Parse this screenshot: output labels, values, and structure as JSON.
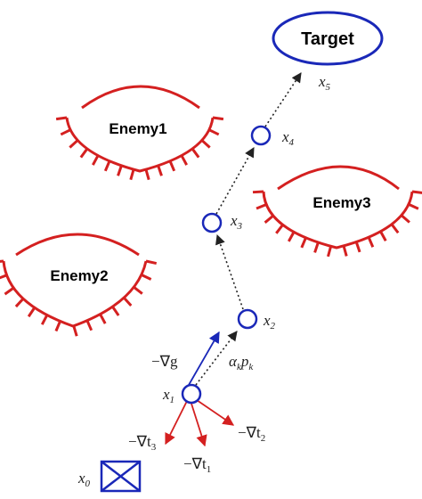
{
  "colors": {
    "enemy": "#d42020",
    "node": "#1a28b8",
    "gradient_arrow": "#d42020",
    "search_arrow": "#1a28b8",
    "path_arrow": "#222222"
  },
  "target": {
    "label": "Target"
  },
  "enemies": [
    {
      "label": "Enemy1"
    },
    {
      "label": "Enemy2"
    },
    {
      "label": "Enemy3"
    }
  ],
  "nodes": {
    "x0": {
      "base": "x",
      "sub": "0"
    },
    "x1": {
      "base": "x",
      "sub": "1"
    },
    "x2": {
      "base": "x",
      "sub": "2"
    },
    "x3": {
      "base": "x",
      "sub": "3"
    },
    "x4": {
      "base": "x",
      "sub": "4"
    },
    "x5": {
      "base": "x",
      "sub": "5"
    }
  },
  "vectors": {
    "neg_grad_g": {
      "prefix": "−∇g"
    },
    "step": {
      "alpha": "α",
      "alpha_sub": "k",
      "p": "p",
      "p_sub": "k"
    },
    "neg_grad_t1": {
      "prefix": "−∇t",
      "sub": "1"
    },
    "neg_grad_t2": {
      "prefix": "−∇t",
      "sub": "2"
    },
    "neg_grad_t3": {
      "prefix": "−∇t",
      "sub": "3"
    }
  }
}
